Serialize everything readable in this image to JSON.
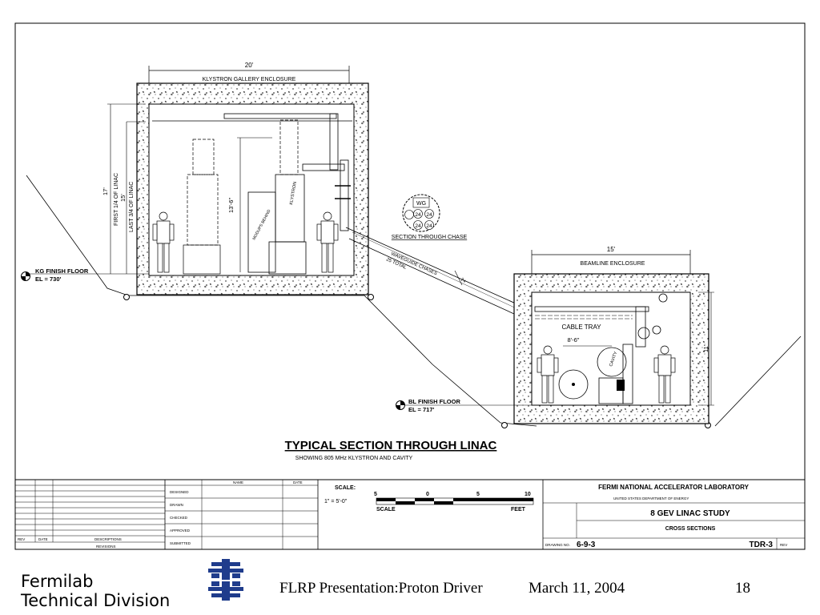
{
  "labels": {
    "gallery_width": "20'",
    "gallery_title": "KLYSTRON GALLERY ENCLOSURE",
    "dim_17": "17'",
    "first_quarter": "FIRST 1/4 OF LINAC",
    "dim_15": "15'",
    "last_three_quarters": "LAST 3/4 OF LINAC",
    "dim_13_6": "13'-6\"",
    "modups": "MODUPS BEHIND",
    "klystron": "KLYSTRON",
    "wg": "WG",
    "chase_24": "24",
    "section_chase": "SECTION THROUGH CHASE",
    "waveguide_chases": "WAVEGUIDE CHASES",
    "chases_total": "25 TOTAL",
    "dim_2": "2'",
    "kg_floor": "KG FINISH FLOOR",
    "kg_el": "EL = 730'",
    "beam_width": "15'",
    "beamline_title": "BEAMLINE ENCLOSURE",
    "cable_tray": "CABLE TRAY",
    "dim_8_6": "8'-6\"",
    "cavity": "CAVITY",
    "dim_11": "11'",
    "bl_floor": "BL FINISH FLOOR",
    "bl_el": "EL = 717'",
    "main_title": "TYPICAL SECTION THROUGH LINAC",
    "subtitle": "SHOWING 805 MHz KLYSTRON AND CAVITY"
  },
  "title_block": {
    "rev": "REV",
    "date": "DATE",
    "descriptions": "DESCRIPTIONS",
    "revisions": "REVISIONS",
    "name": "NAME",
    "date2": "DATE",
    "designed": "DESIGNED",
    "drawn": "DRAWN",
    "checked": "CHECKED",
    "approved": "APPROVED",
    "submitted": "SUBMITTED",
    "scale_label": "SCALE:",
    "scale_value": "1\" = 5'-0\"",
    "bar_5a": "5",
    "bar_0": "0",
    "bar_5b": "5",
    "bar_10": "10",
    "scale_word": "SCALE",
    "feet_word": "FEET",
    "lab": "FERMI NATIONAL ACCELERATOR LABORATORY",
    "doe": "UNITED STATES DEPARTMENT OF ENERGY",
    "study": "8 GEV LINAC STUDY",
    "sections": "CROSS SECTIONS",
    "drawing_no_label": "DRAWING NO.",
    "drawing_no": "6-9-3",
    "tdr": "TDR-3",
    "rev2": "REV"
  },
  "footer": {
    "org_line1": "Fermilab",
    "org_line2": "Technical Division",
    "presentation": "FLRP Presentation:Proton Driver",
    "date": "March 11, 2004",
    "page": "18"
  },
  "colors": {
    "ink": "#000000",
    "paper": "#ffffff",
    "logo": "#1f3c8c"
  }
}
